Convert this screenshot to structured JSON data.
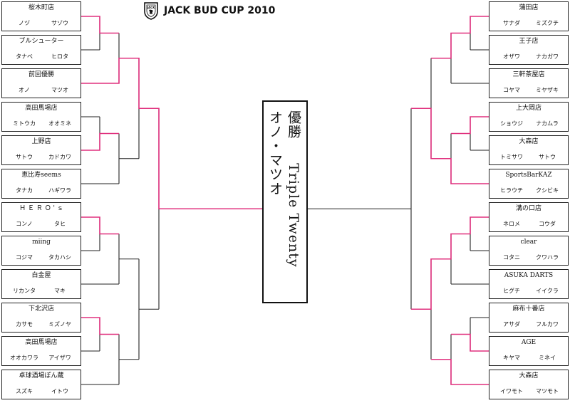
{
  "header": {
    "title": "JACK BUD CUP 2010",
    "logo_icon": "jack-bud-logo-icon",
    "logo_text": "JACK"
  },
  "champion": {
    "title": "優勝",
    "title_en": "Triple Twenty",
    "name": "オノ・マツオ"
  },
  "colors": {
    "winner_line": "#e0307e",
    "line": "#222222"
  },
  "left_teams": [
    {
      "store": "桜木町店",
      "p1": "ノヅ",
      "p2": "サゾウ"
    },
    {
      "store": "ブルシューター",
      "p1": "タナベ",
      "p2": "ヒロタ"
    },
    {
      "store": "前回優勝",
      "p1": "オノ",
      "p2": "マツオ"
    },
    {
      "store": "高田馬場店",
      "p1": "ミトウカ",
      "p2": "オオミネ"
    },
    {
      "store": "上野店",
      "p1": "サトウ",
      "p2": "カドカワ"
    },
    {
      "store": "恵比寿seems",
      "p1": "タナカ",
      "p2": "ハギワラ"
    },
    {
      "store": "Ｈ Ｅ Ｒ Ｏ ' ｓ",
      "p1": "コンノ",
      "p2": "タヒ"
    },
    {
      "store": "miing",
      "p1": "コジマ",
      "p2": "タカハシ"
    },
    {
      "store": "白金屋",
      "p1": "リカンタ",
      "p2": "マキ"
    },
    {
      "store": "下北沢店",
      "p1": "カサモ",
      "p2": "ミズノヤ"
    },
    {
      "store": "高田馬場店",
      "p1": "オオカワラ",
      "p2": "アイザワ"
    },
    {
      "store": "卓球酒場ぽん蔵",
      "p1": "スズキ",
      "p2": "イトウ"
    }
  ],
  "right_teams": [
    {
      "store": "蒲田店",
      "p1": "サナダ",
      "p2": "ミズクチ"
    },
    {
      "store": "王子店",
      "p1": "オザワ",
      "p2": "ナカガワ"
    },
    {
      "store": "三軒茶屋店",
      "p1": "コヤマ",
      "p2": "ミヤザキ"
    },
    {
      "store": "上大岡店",
      "p1": "ショウジ",
      "p2": "ナカムラ"
    },
    {
      "store": "大森店",
      "p1": "トミサワ",
      "p2": "サトウ"
    },
    {
      "store": "SportsBarKAZ",
      "p1": "ヒラウチ",
      "p2": "クシビキ"
    },
    {
      "store": "溝の口店",
      "p1": "ネロメ",
      "p2": "コウダ"
    },
    {
      "store": "clear",
      "p1": "コタニ",
      "p2": "クワハラ"
    },
    {
      "store": "ASUKA DARTS",
      "p1": "ヒグチ",
      "p2": "イイクラ"
    },
    {
      "store": "麻布十番店",
      "p1": "アサダ",
      "p2": "フルカワ"
    },
    {
      "store": "AGE",
      "p1": "キヤマ",
      "p2": "ミネイ"
    },
    {
      "store": "大森店",
      "p1": "イワモト",
      "p2": "マツモト"
    }
  ]
}
